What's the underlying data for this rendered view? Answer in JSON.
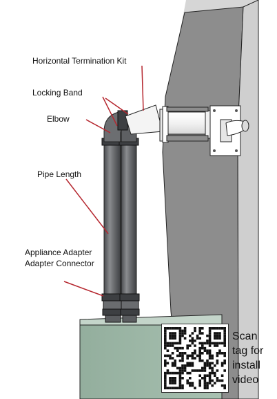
{
  "labels": {
    "horizontal_termination_kit": "Horizontal Termination Kit",
    "locking_band": "Locking Band",
    "elbow": "Elbow",
    "pipe_length": "Pipe Length",
    "appliance_adapter_line1": "Appliance Adapter",
    "appliance_adapter_line2": "Adapter Connector"
  },
  "qr_caption": {
    "line1": "Scan",
    "line2": "tag for",
    "line3": "install",
    "line4": "video"
  },
  "colors": {
    "leader_line": "#b5262e",
    "wall": "#8f8f8f",
    "wall_edge": "#d2d2d2",
    "pipe_dark": "#595b5e",
    "pipe_mid": "#7b7d80",
    "appliance": "#9db7a7",
    "appliance_top": "#c4d5ca"
  }
}
